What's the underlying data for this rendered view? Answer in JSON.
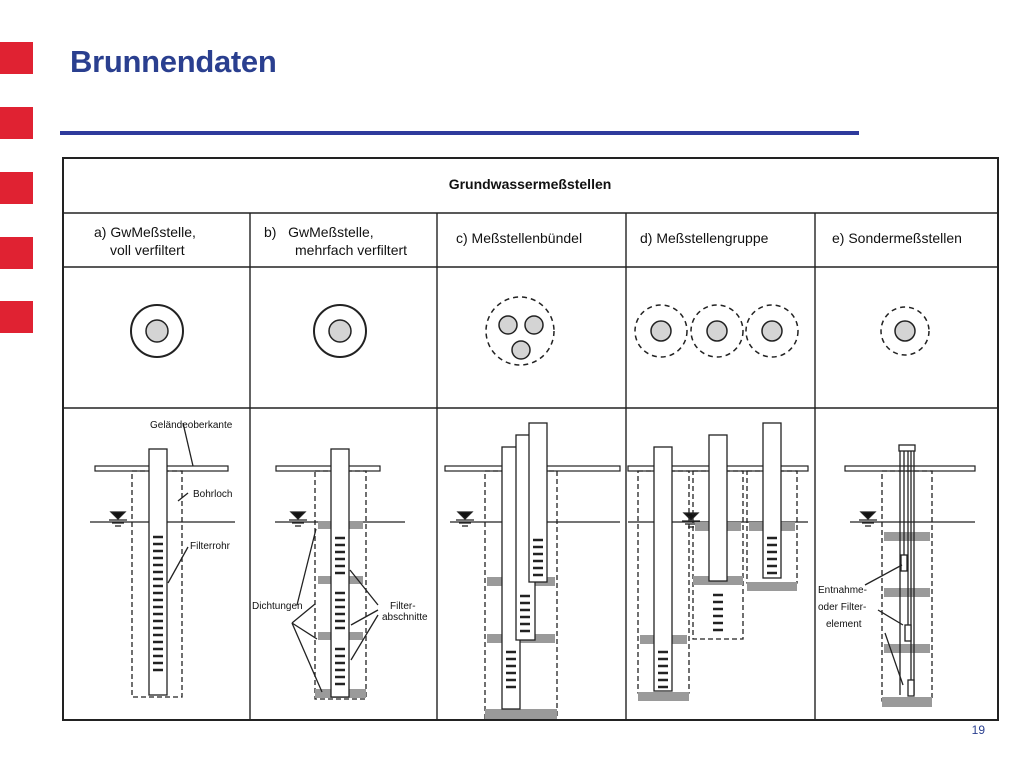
{
  "slide": {
    "title": "Brunnendaten",
    "page_number": "19",
    "accent_color": "#e02232",
    "title_color": "#2a3f8f",
    "rule_color": "#2e3a9c"
  },
  "figure": {
    "header": "Grundwassermeßstellen",
    "columns": [
      {
        "line1": "a) GwMeßstelle,",
        "line2": "voll verfiltert"
      },
      {
        "line1": "b)   GwMeßstelle,",
        "line2": "mehrfach verfiltert"
      },
      {
        "line1": "c) Meßstellenbündel",
        "line2": ""
      },
      {
        "line1": "d) Meßstellengruppe",
        "line2": ""
      },
      {
        "line1": "e) Sondermeßstellen",
        "line2": ""
      }
    ],
    "labels": {
      "gelaendeoberkante": "Geländeoberkante",
      "bohrloch": "Bohrloch",
      "filterrohr": "Filterrohr",
      "dichtungen": "Dichtungen",
      "filter_line1": "Filter-",
      "filter_line2": "abschnitte",
      "entnahme_line1": "Entnahme-",
      "entnahme_line2": "oder Filter-",
      "entnahme_line3": "element"
    }
  }
}
